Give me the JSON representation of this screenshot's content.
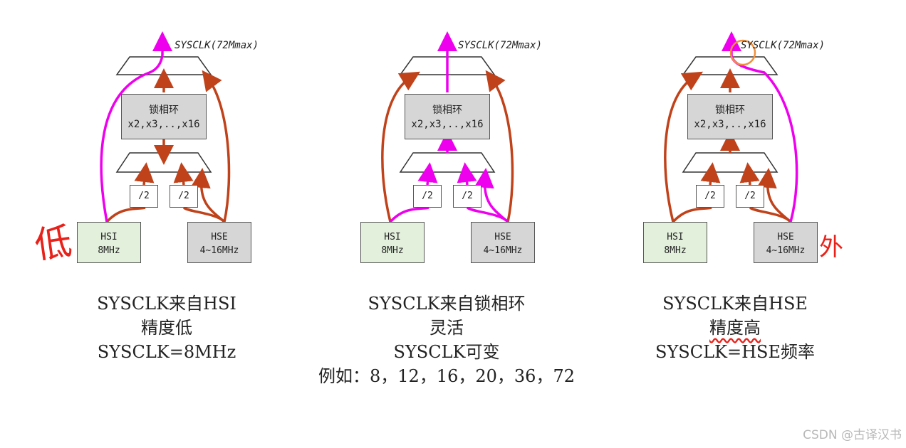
{
  "colors": {
    "path_active": "#ee00ee",
    "path_inactive": "#c0421a",
    "hsi_fill": "#e3f1dc",
    "box_fill": "#d6d6d6",
    "annotation_red": "#e8221a",
    "annotation_orange": "#f0903c"
  },
  "diagrams": [
    {
      "sysclk_label": "SYSCLK(72Mmax)",
      "pll_title": "锁相环",
      "pll_multipliers": "x2,x3,..,x16",
      "div_left": "/2",
      "div_right": "/2",
      "hsi_name": "HSI",
      "hsi_freq": "8MHz",
      "hse_name": "HSE",
      "hse_freq": "4~16MHz",
      "active_source": "HSI"
    },
    {
      "sysclk_label": "SYSCLK(72Mmax)",
      "pll_title": "锁相环",
      "pll_multipliers": "x2,x3,..,x16",
      "div_left": "/2",
      "div_right": "/2",
      "hsi_name": "HSI",
      "hsi_freq": "8MHz",
      "hse_name": "HSE",
      "hse_freq": "4~16MHz",
      "active_source": "PLL"
    },
    {
      "sysclk_label": "SYSCLK(72Mmax)",
      "pll_title": "锁相环",
      "pll_multipliers": "x2,x3,..,x16",
      "div_left": "/2",
      "div_right": "/2",
      "hsi_name": "HSI",
      "hsi_freq": "8MHz",
      "hse_name": "HSE",
      "hse_freq": "4~16MHz",
      "active_source": "HSE"
    }
  ],
  "captions": [
    [
      "SYSCLK来自HSI",
      "精度低",
      "SYSCLK=8MHz"
    ],
    [
      "SYSCLK来自锁相环",
      "灵活",
      "SYSCLK可变",
      "例如：8，12，16，20，36，72"
    ],
    [
      "SYSCLK来自HSE",
      "精度高",
      "SYSCLK=HSE频率"
    ]
  ],
  "annotations": {
    "handwritten_left": "低",
    "handwritten_right": "外"
  },
  "watermark": "CSDN @古译汉书"
}
